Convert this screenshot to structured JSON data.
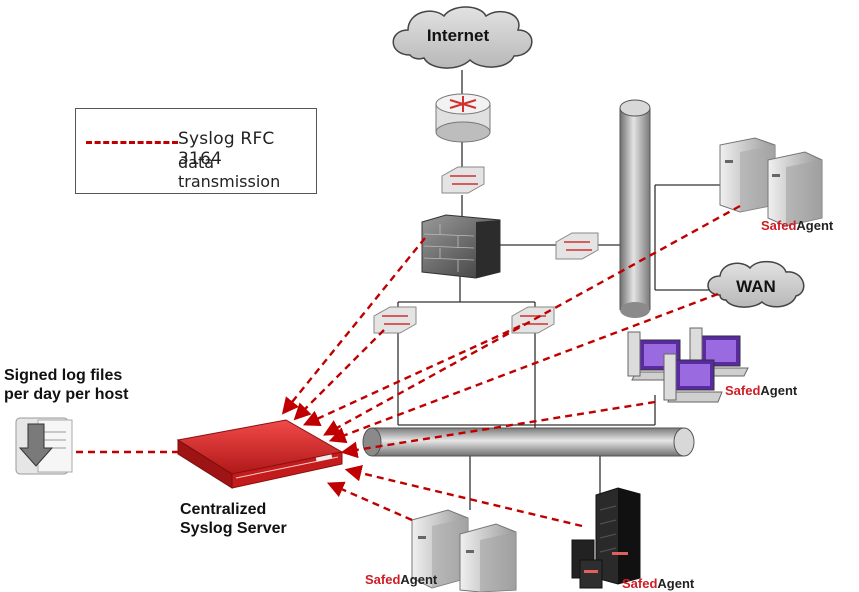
{
  "legend": {
    "line1": "Syslog RFC 3164",
    "line2": "data transmission",
    "color": "#c00000"
  },
  "clouds": {
    "internet": "Internet",
    "wan": "WAN"
  },
  "left_label": {
    "line1": "Signed log files",
    "line2": "per day per host"
  },
  "server_label": {
    "line1": "Centralized",
    "line2": "Syslog Server"
  },
  "agent": {
    "prefix": "Safed",
    "suffix": "Agent"
  },
  "colors": {
    "dashed_link": "#c00000",
    "server_red": "#d8262c",
    "agent_red": "#d01c24"
  }
}
